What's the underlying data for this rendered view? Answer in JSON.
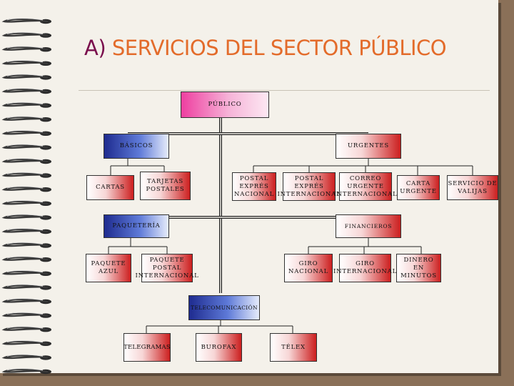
{
  "title": {
    "letter": "A)",
    "text": "SERVICIOS DEL SECTOR PÚBLICO"
  },
  "nodes": {
    "publico": "PÚBLICO",
    "basicos": "BÁSICOS",
    "urgentes": "URGENTES",
    "cartas": "CARTAS",
    "tarjetas": "TARJETAS\nPOSTALES",
    "postal_expres_nacional": "POSTAL\nEXPRÉS\nNACIONAL",
    "postal_expres_internacional": "POSTAL\nEXPRÉS\nINTERNACIONAL",
    "correo_urgente": "CORREO\nURGENTE\nINTERNACIONAL",
    "carta_urgente": "CARTA\nURGENTE",
    "servicio_valijas": "SERVICIO DE\nVALIJAS",
    "paqueteria": "PAQUETERÍA",
    "financieros": "FINANCIEROS",
    "paquete_azul": "PAQUETE\nAZUL",
    "paquete_postal": "PAQUETE\nPOSTAL\nINTERNACIONAL",
    "giro_nacional": "GIRO\nNACIONAL",
    "giro_internacional": "GIRO\nINTERNACIONAL",
    "dinero_minutos": "DINERO\nEN\nMINUTOS",
    "telecomunicacion": "TELECOMUNICACIÓN",
    "telegramas": "TELEGRAMAS",
    "burofax": "BUROFAX",
    "telex": "TÉLEX"
  },
  "colors": {
    "title_letter": "#7a0f4d",
    "title_text": "#e36b2a",
    "publico": "#ee3fa0",
    "category": "#1e2b8f",
    "leaf": "#cc1f1f"
  }
}
